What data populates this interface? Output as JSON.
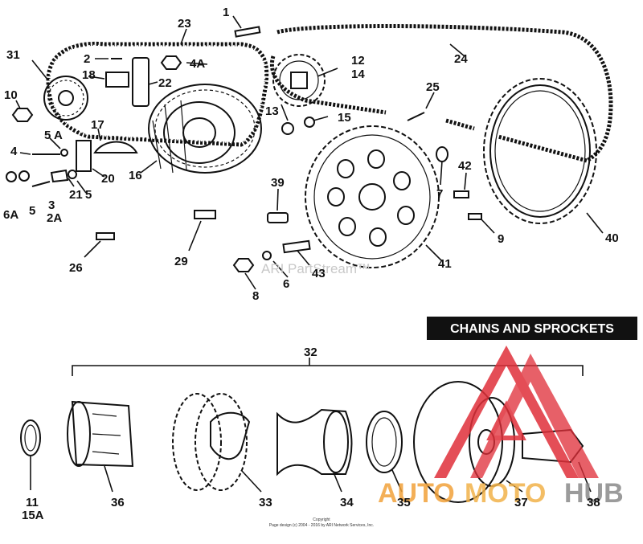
{
  "banner": {
    "text": "CHAINS AND SPROCKETS"
  },
  "watermark": {
    "text": "ARI PartStream™"
  },
  "copyright": {
    "line1": "Copyright",
    "line2": "Page design (c) 2004 - 2016 by ARI Network Services, Inc."
  },
  "logo": {
    "auto": "AUTO",
    "moto": "MOTO",
    "hub": "HUB",
    "colors": {
      "auto": "#f2a23a",
      "moto": "#f2b24a",
      "hub": "#8a8a8a",
      "triangle": "#e0303a"
    }
  },
  "callouts": {
    "c1": "1",
    "c2": "2",
    "c3": "3",
    "c2A": "2A",
    "c4": "4",
    "c4A": "4A",
    "c5a": "5",
    "c5b": "5",
    "c5A": "5 A",
    "c6": "6",
    "c6A": "6A",
    "c7": "7",
    "c8": "8",
    "c9": "9",
    "c10": "10",
    "c11": "11",
    "c15A": "15A",
    "c12": "12",
    "c13": "13",
    "c14": "14",
    "c15": "15",
    "c16": "16",
    "c17": "17",
    "c18": "18",
    "c20": "20",
    "c21": "21",
    "c22": "22",
    "c23": "23",
    "c24": "24",
    "c25": "25",
    "c26": "26",
    "c29": "29",
    "c31": "31",
    "c32": "32",
    "c33": "33",
    "c34": "34",
    "c35": "35",
    "c36": "36",
    "c37": "37",
    "c38": "38",
    "c39": "39",
    "c40": "40",
    "c41": "41",
    "c42": "42",
    "c43": "43"
  }
}
